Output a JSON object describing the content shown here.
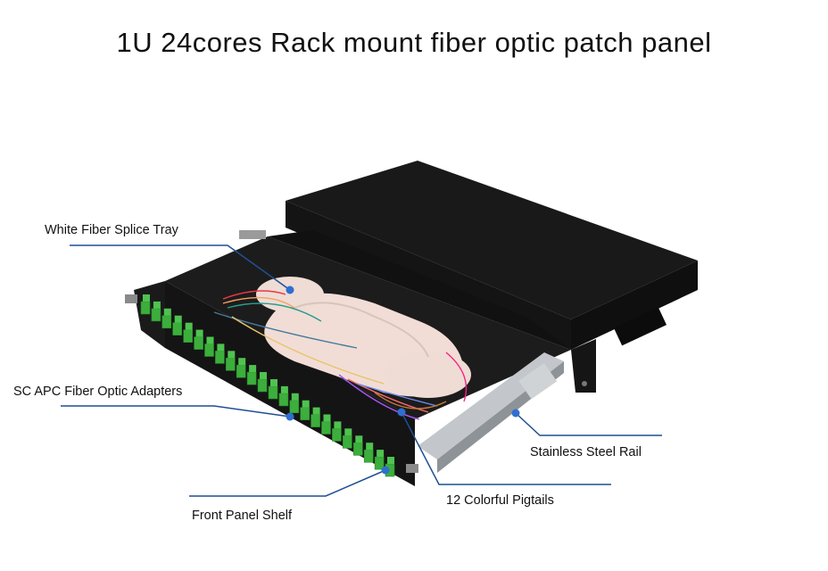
{
  "title": "1U 24cores Rack mount fiber optic patch panel",
  "callouts": {
    "splice_tray": "White Fiber Splice Tray",
    "adapters": "SC APC Fiber Optic Adapters",
    "front_panel": "Front Panel Shelf",
    "rail": "Stainless Steel Rail",
    "pigtails": "12 Colorful Pigtails"
  },
  "colors": {
    "panel_body": "#1c1b1b",
    "adapter_green": "#3cae3c",
    "splice_tray": "#f0dcd6",
    "leader_line": "#1f4f94",
    "leader_dot": "#2f6fd0",
    "rail": "#b8bcc0"
  }
}
